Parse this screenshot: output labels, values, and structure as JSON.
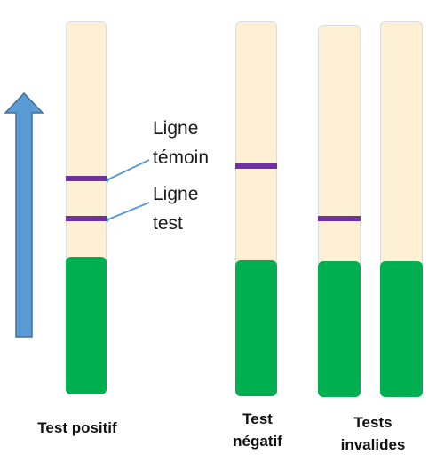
{
  "annotations": {
    "control_line": [
      "Ligne",
      "témoin"
    ],
    "test_line": [
      "Ligne",
      "test"
    ]
  },
  "captions": {
    "positive": "Test positif",
    "negative": [
      "Test",
      "négatif"
    ],
    "invalid": [
      "Tests",
      "invalides"
    ]
  },
  "colors": {
    "strip_fill": "#fdf0d4",
    "strip_border": "#d7dde6",
    "absorbent_pad": "#00b050",
    "band": "#7030a0",
    "flow_arrow": "#5b9bd5",
    "pointer_arrow": "#5b9bd5"
  },
  "icons": {
    "flow_direction": "up-arrow-icon",
    "pointer": "pointer-arrow-icon"
  }
}
